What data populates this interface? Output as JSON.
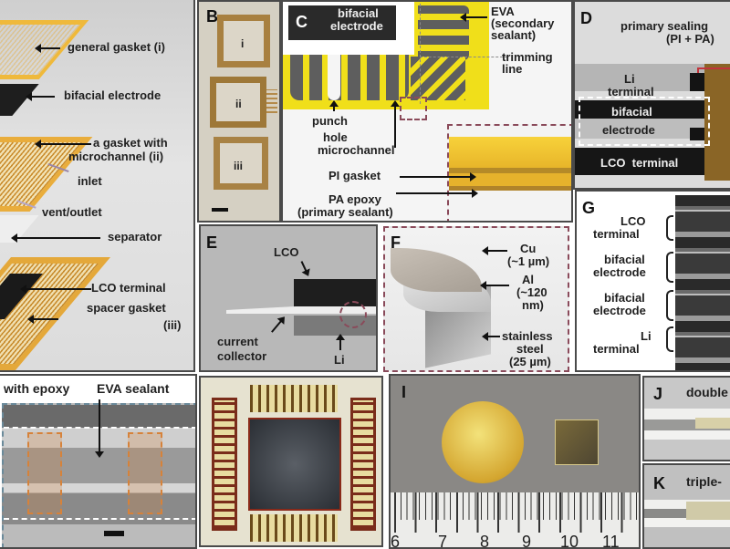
{
  "figure": {
    "panels": {
      "A": {
        "labels": {
          "general_gasket": "general gasket (i)",
          "bifacial_electrode": "bifacial electrode",
          "gasket_microchannel_1": "a gasket with",
          "gasket_microchannel_2": "microchannel (ii)",
          "inlet": "inlet",
          "vent_outlet": "vent/outlet",
          "separator": "separator",
          "lco_terminal": "LCO terminal",
          "spacer_gasket": "spacer gasket",
          "spacer_gasket_num": "(iii)"
        },
        "colors": {
          "gasket": "#e8b33a",
          "electrode": "#222222",
          "background": "#d9d9d9",
          "inlet_arrow": "#9a86a8"
        }
      },
      "B": {
        "letter": "B",
        "items": [
          "i",
          "ii",
          "iii"
        ],
        "colors": {
          "gasket": "#a77d3b",
          "background": "#d8d3c4"
        }
      },
      "C": {
        "letter": "C",
        "labels": {
          "bifacial_1": "bifacial",
          "bifacial_2": "electrode",
          "eva_1": "EVA",
          "eva_2": "(secondary",
          "eva_3": "sealant)",
          "trimming_1": "trimming",
          "trimming_2": "line",
          "punch_1": "punch",
          "punch_2": "hole",
          "microchannel": "microchannel",
          "pi_gasket": "PI gasket",
          "pa_epoxy": "PA epoxy",
          "primary_sealant": "(primary sealant)"
        },
        "colors": {
          "gasket": "#f2e21c",
          "channel": "#5f5f5f"
        }
      },
      "D": {
        "letter": "D",
        "labels": {
          "primary_sealing_1": "primary sealing",
          "primary_sealing_2": "(PI + PA)",
          "li_terminal_1": "Li",
          "li_terminal_2": "terminal",
          "bifacial_1": "bifacial",
          "bifacial_2": "electrode",
          "lco_terminal": "LCO  terminal"
        },
        "colors": {
          "sealing": "#8a6526",
          "dark": "#161616",
          "light": "#b9b9b9"
        }
      },
      "E": {
        "letter": "E",
        "labels": {
          "lco": "LCO",
          "current_1": "current",
          "current_2": "collector",
          "li": "Li"
        }
      },
      "F": {
        "letter": "F",
        "labels": {
          "cu_1": "Cu",
          "cu_2": "(~1 µm)",
          "al_1": "Al",
          "al_2": "(~120",
          "al_3": "nm)",
          "ss_1": "stainless",
          "ss_2": "steel",
          "ss_3": "(25 µm)"
        }
      },
      "G": {
        "letter": "G",
        "labels": [
          {
            "l1": "LCO",
            "l2": "terminal"
          },
          {
            "l1": "bifacial",
            "l2": "electrode"
          },
          {
            "l1": "bifacial",
            "l2": "electrode"
          },
          {
            "l1": "Li",
            "l2": "terminal"
          }
        ]
      },
      "H": {
        "labels": {
          "with_epoxy": "with epoxy",
          "eva_sealant": "EVA sealant"
        }
      },
      "I": {
        "letter": "I",
        "ruler_ticks": [
          "6",
          "7",
          "8",
          "9",
          "10",
          "11"
        ]
      },
      "J": {
        "letter": "J",
        "label": "double"
      },
      "K": {
        "letter": "K",
        "label": "triple-"
      }
    }
  }
}
